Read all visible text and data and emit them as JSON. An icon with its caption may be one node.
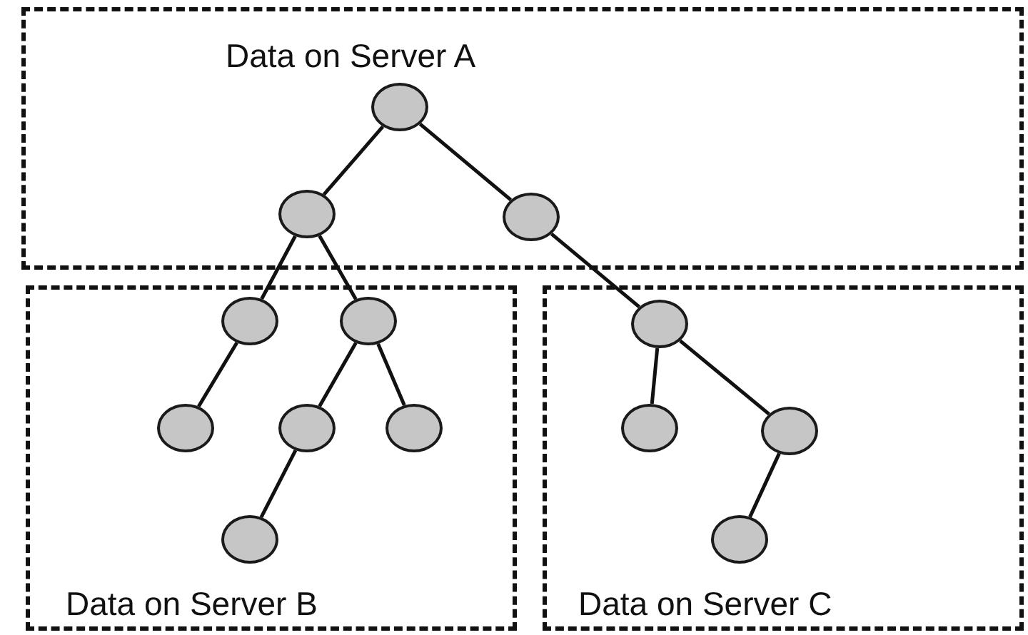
{
  "diagram": {
    "nodes": [
      {
        "text": [
          "Data on Server A"
        ]
      },
      {
        "text": [],
        "shape": "circle",
        "in": 0
      },
      {
        "text": [],
        "shape": "circle",
        "in": 0
      },
      {
        "text": [],
        "shape": "circle",
        "in": 0
      },
      {
        "text": [
          "Data on Server B"
        ]
      },
      {
        "text": [],
        "shape": "circle",
        "in": 4
      },
      {
        "text": [],
        "shape": "circle",
        "in": 4
      },
      {
        "text": [],
        "shape": "circle",
        "in": 4
      },
      {
        "text": [],
        "shape": "circle",
        "in": 4
      },
      {
        "text": [],
        "shape": "circle",
        "in": 4
      },
      {
        "text": [],
        "shape": "circle",
        "in": 4
      },
      {
        "text": [
          "Data on Server C"
        ]
      },
      {
        "text": [],
        "shape": "circle",
        "in": 11
      },
      {
        "text": [],
        "shape": "circle",
        "in": 11
      },
      {
        "text": [],
        "shape": "circle",
        "in": 11
      },
      {
        "text": [],
        "shape": "circle",
        "in": 11
      }
    ],
    "edges": [
      {
        "from": 1,
        "to": 2,
        "arrow": "none"
      },
      {
        "from": 1,
        "to": 3,
        "arrow": "none"
      },
      {
        "from": 2,
        "to": 5,
        "arrow": "none"
      },
      {
        "from": 2,
        "to": 6,
        "arrow": "none"
      },
      {
        "from": 3,
        "to": 12,
        "arrow": "none"
      },
      {
        "from": 5,
        "to": 7,
        "arrow": "none"
      },
      {
        "from": 6,
        "to": 8,
        "arrow": "none"
      },
      {
        "from": 6,
        "to": 9,
        "arrow": "none"
      },
      {
        "from": 12,
        "to": 13,
        "arrow": "none"
      },
      {
        "from": 12,
        "to": 14,
        "arrow": "none"
      },
      {
        "from": 8,
        "to": 10,
        "arrow": "none"
      },
      {
        "from": 14,
        "to": 15,
        "arrow": "none"
      }
    ]
  }
}
